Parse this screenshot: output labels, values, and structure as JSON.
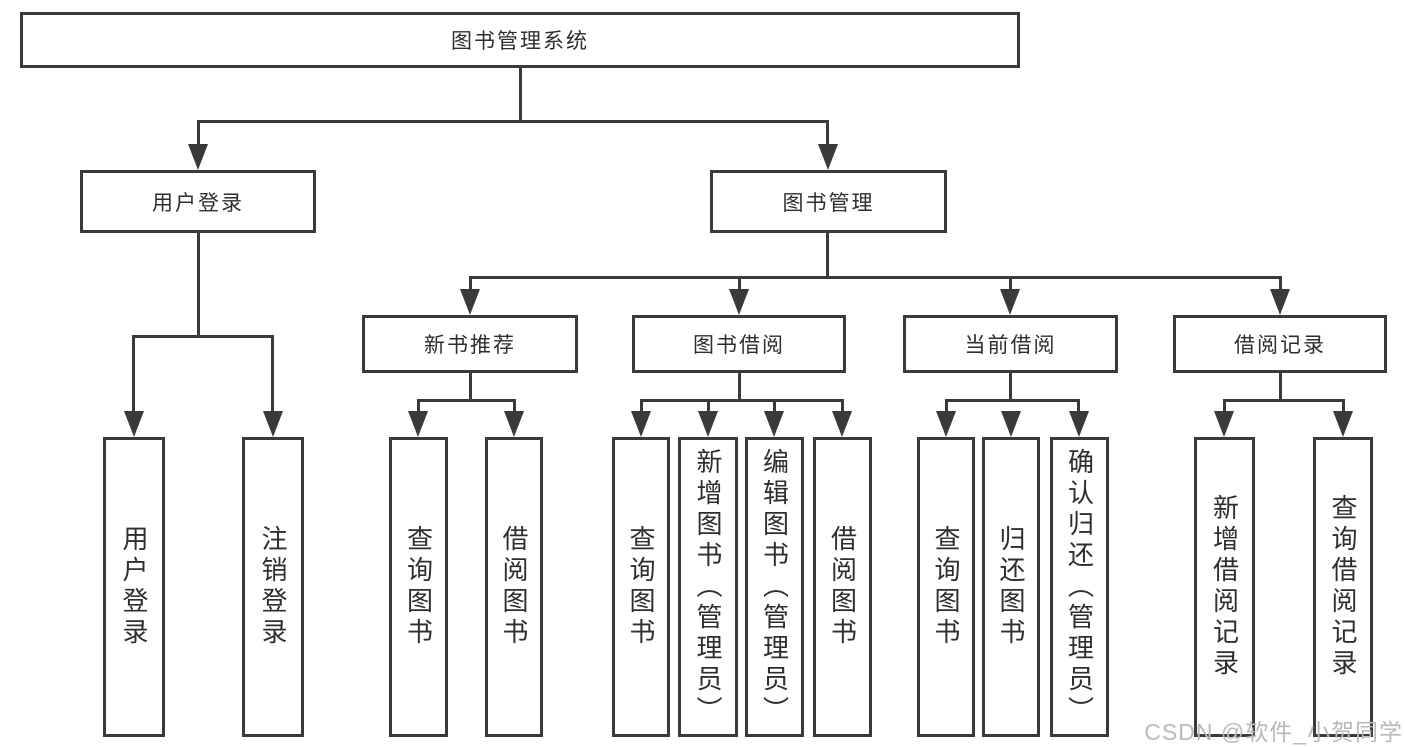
{
  "tree": {
    "root": {
      "label": "图书管理系统",
      "children": [
        {
          "label": "用户登录",
          "children": [
            {
              "label": "用户登录"
            },
            {
              "label": "注销登录"
            }
          ]
        },
        {
          "label": "图书管理",
          "children": [
            {
              "label": "新书推荐",
              "children": [
                {
                  "label": "查询图书"
                },
                {
                  "label": "借阅图书"
                }
              ]
            },
            {
              "label": "图书借阅",
              "children": [
                {
                  "label": "查询图书"
                },
                {
                  "label": "新增图书（管理员）"
                },
                {
                  "label": "编辑图书（管理员）"
                },
                {
                  "label": "借阅图书"
                }
              ]
            },
            {
              "label": "当前借阅",
              "children": [
                {
                  "label": "查询图书"
                },
                {
                  "label": "归还图书"
                },
                {
                  "label": "确认归还（管理员）"
                }
              ]
            },
            {
              "label": "借阅记录",
              "children": [
                {
                  "label": "新增借阅记录"
                },
                {
                  "label": "查询借阅记录"
                }
              ]
            }
          ]
        }
      ]
    }
  },
  "watermark": {
    "text": "CSDN @软件_小贺同学"
  },
  "colors": {
    "line": "#3a3a3a",
    "text": "#2e2e2e",
    "background": "#ffffff",
    "watermark": "#b6babd"
  }
}
